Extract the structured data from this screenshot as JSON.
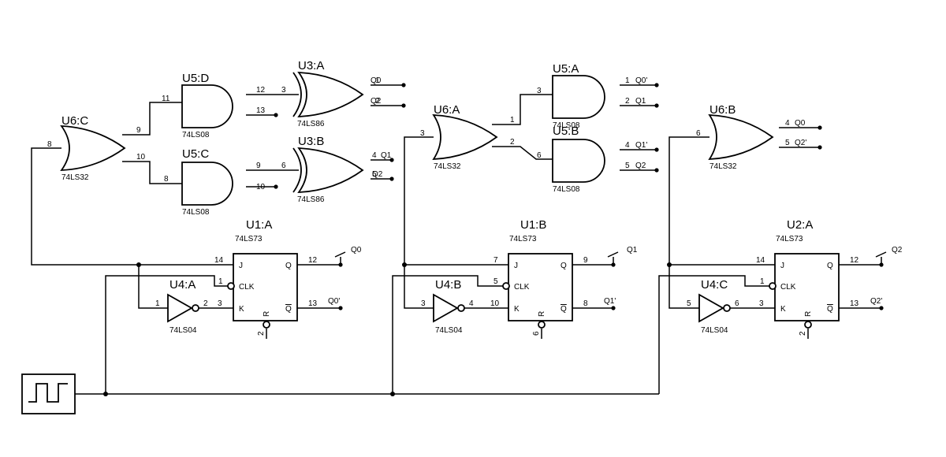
{
  "gates": [
    {
      "ref": "U6:C",
      "part": "74LS32"
    },
    {
      "ref": "U5:D",
      "part": "74LS08"
    },
    {
      "ref": "U5:C",
      "part": "74LS08"
    },
    {
      "ref": "U3:A",
      "part": "74LS86"
    },
    {
      "ref": "U3:B",
      "part": "74LS86"
    },
    {
      "ref": "U6:A",
      "part": "74LS32"
    },
    {
      "ref": "U5:A",
      "part": "74LS08"
    },
    {
      "ref": "U5:B",
      "part": "74LS08"
    },
    {
      "ref": "U6:B",
      "part": "74LS32"
    },
    {
      "ref": "U4:A",
      "part": "74LS04"
    },
    {
      "ref": "U4:B",
      "part": "74LS04"
    },
    {
      "ref": "U4:C",
      "part": "74LS04"
    }
  ],
  "flipflops": [
    {
      "ref": "U1:A",
      "part": "74LS73",
      "out": "Q0",
      "outn": "Q0'",
      "pJ": "14",
      "pCLK": "1",
      "pK": "3",
      "pQ": "12",
      "pQn": "13",
      "pR": "2"
    },
    {
      "ref": "U1:B",
      "part": "74LS73",
      "out": "Q1",
      "outn": "Q1'",
      "pJ": "7",
      "pCLK": "5",
      "pK": "10",
      "pQ": "9",
      "pQn": "8",
      "pR": "6"
    },
    {
      "ref": "U2:A",
      "part": "74LS73",
      "out": "Q2",
      "outn": "Q2'",
      "pJ": "14",
      "pCLK": "1",
      "pK": "3",
      "pQ": "12",
      "pQn": "13",
      "pR": "2"
    }
  ],
  "pins": {
    "J": "J",
    "K": "K",
    "CLK": "CLK",
    "Q": "Q",
    "Qn": "Q",
    "R": "R"
  },
  "pin_numbers": {
    "u6c_out": "8",
    "u6c_in1": "9",
    "u6c_in2": "10",
    "u5d_in": "11",
    "u5d_out": "12",
    "u5d_in2": "13",
    "u5c_in": "8",
    "u5c_out": "9",
    "u5c_in2": "10",
    "u3a_in": "3",
    "u3a_in1": "1",
    "u3a_in2": "2",
    "u3b_in": "6",
    "u3b_in1": "4",
    "u3b_in2": "5",
    "u6a_out": "3",
    "u6a_in1": "1",
    "u6a_in2": "2",
    "u5a_in": "3",
    "u5a_in1": "1",
    "u5a_in2": "2",
    "u5b_in": "6",
    "u5b_in1": "4",
    "u5b_in2": "5",
    "u6b_out": "6",
    "u6b_in1": "4",
    "u6b_in2": "5",
    "u4a_in": "1",
    "u4a_out": "2",
    "u4b_in": "3",
    "u4b_out": "4",
    "u4c_in": "5",
    "u4c_out": "6"
  },
  "input_labels": {
    "u3a_1": "Q0",
    "u3a_2": "Q2",
    "u3b_1": "Q1",
    "u3b_2": "Q2",
    "u5a_1": "Q0'",
    "u5a_2": "Q1",
    "u5b_1": "Q1'",
    "u5b_2": "Q2",
    "u6b_1": "Q0",
    "u6b_2": "Q2'"
  }
}
